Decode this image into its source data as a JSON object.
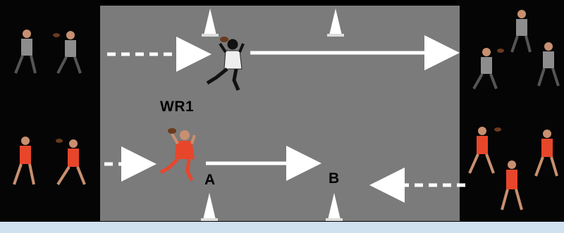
{
  "diagram": {
    "labels": {
      "receiver": "WR1",
      "point_a": "A",
      "point_b": "B"
    },
    "cones": [
      "cone",
      "cone",
      "cone",
      "cone"
    ],
    "colors": {
      "field": "#7b7b7b",
      "arrow": "#ffffff",
      "team_red": "#e8462b",
      "team_grey": "#8d8d8d",
      "sideline": "#050505"
    }
  }
}
